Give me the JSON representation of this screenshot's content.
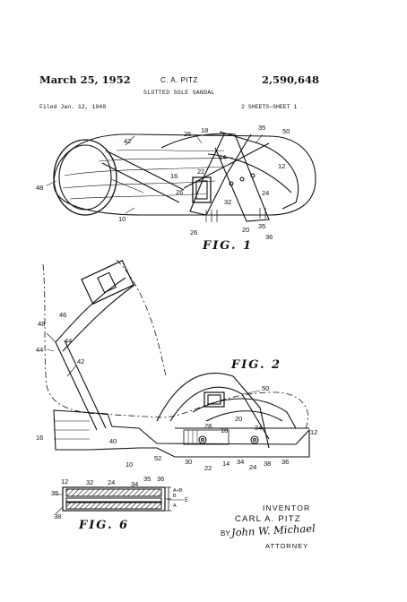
{
  "header": {
    "date": "March 25, 1952",
    "inventor": "C. A. PITZ",
    "patent_number": "2,590,648",
    "title": "SLOTTED SOLE SANDAL",
    "filed": "Filed Jan. 12, 1949",
    "sheets": "2 SHEETS—SHEET 1"
  },
  "figures": {
    "fig1": "FIG. 1",
    "fig2": "FIG. 2",
    "fig6": "FIG. 6"
  },
  "labels": {
    "fig1": [
      "42",
      "48",
      "10",
      "26",
      "18",
      "35",
      "50",
      "14",
      "12",
      "22",
      "16",
      "26",
      "24",
      "32",
      "26",
      "20",
      "35",
      "36"
    ],
    "fig2": [
      "48",
      "46",
      "44",
      "44",
      "42",
      "50",
      "16",
      "40",
      "10",
      "52",
      "30",
      "28",
      "22",
      "18",
      "14",
      "20",
      "34",
      "34",
      "24",
      "38",
      "36",
      "12"
    ],
    "fig6": [
      "12",
      "32",
      "24",
      "34",
      "35",
      "36",
      "35",
      "38",
      "A+B",
      "B",
      "A",
      "E"
    ]
  },
  "signature": {
    "inventor_label": "INVENTOR",
    "inventor_name": "CARL A. PITZ",
    "by": "BY",
    "attorney_signature": "John W. Michael",
    "attorney_label": "ATTORNEY"
  }
}
